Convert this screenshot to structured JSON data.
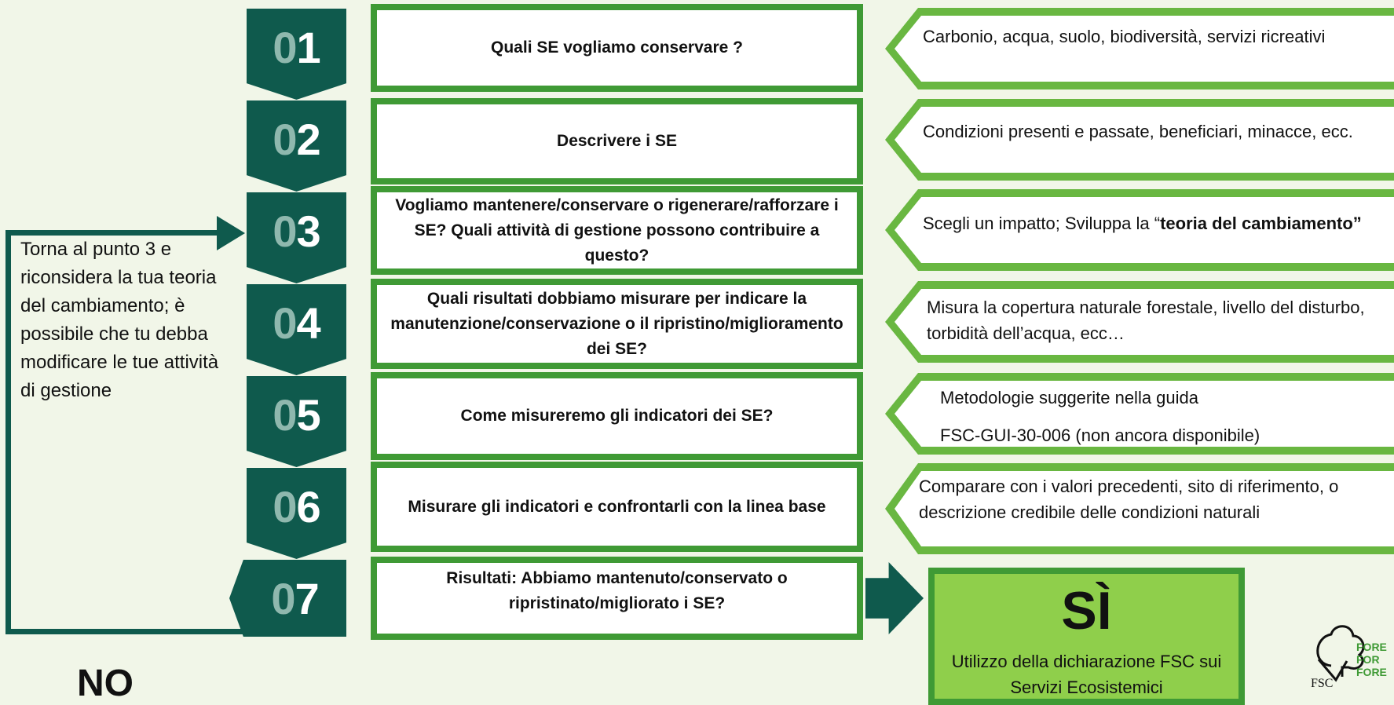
{
  "steps": [
    {
      "d1": "0",
      "d2": "1",
      "question": "Quali SE vogliamo conservare ?",
      "hint": "Carbonio, acqua, suolo, biodiversità, servizi ricreativi"
    },
    {
      "d1": "0",
      "d2": "2",
      "question": "Descrivere i SE",
      "hint": "Condizioni presenti e passate, beneficiari, minacce, ecc."
    },
    {
      "d1": "0",
      "d2": "3",
      "question": "Vogliamo mantenere/conservare o rigenerare/rafforzare i SE? Quali attività di gestione possono contribuire a questo?",
      "hint_pre": "Scegli un impatto; Sviluppa la “",
      "hint_bold": "teoria del cambiamento”"
    },
    {
      "d1": "0",
      "d2": "4",
      "question": "Quali risultati dobbiamo misurare per indicare la manutenzione/conservazione o il ripristino/miglioramento dei SE?",
      "hint": "Misura la copertura naturale forestale, livello del disturbo, torbidità dell’acqua, ecc…"
    },
    {
      "d1": "0",
      "d2": "5",
      "question": "Come misureremo gli indicatori dei SE?",
      "hint_line1": "Metodologie suggerite nella guida",
      "hint_line2": "FSC-GUI-30-006 (non ancora disponibile)"
    },
    {
      "d1": "0",
      "d2": "6",
      "question": "Misurare gli indicatori e confrontarli con la linea base",
      "hint": "Comparare con i valori precedenti, sito di riferimento, o descrizione credibile delle condizioni naturali"
    },
    {
      "d1": "0",
      "d2": "7",
      "question": "Risultati: Abbiamo mantenuto/conservato o ripristinato/migliorato i SE?"
    }
  ],
  "loop_text": "Torna al punto 3 e riconsidera la tua teoria del cambiamento; è possibile che tu debba modificare le tue attività di gestione",
  "no_label": "NO",
  "yes": {
    "title": "SÌ",
    "subtitle": "Utilizzo della dichiarazione FSC sui Servizi Ecosistemici"
  },
  "logo": {
    "line1": "FORE",
    "line2": "FOR",
    "line3": "FORE",
    "fsc": "FSC"
  },
  "colors": {
    "dark_teal": "#0f5a4d",
    "green_border": "#3f9a35",
    "light_green": "#8fcf4b",
    "background": "#f1f6e8"
  }
}
